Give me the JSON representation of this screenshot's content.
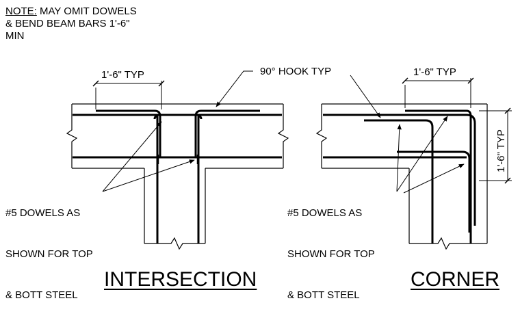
{
  "note": {
    "label": "NOTE:",
    "lines": [
      "MAY OMIT DOWELS",
      "& BEND BEAM BARS 1'-6\"",
      "MIN"
    ]
  },
  "intersection": {
    "dimension": "1'-6\" TYP",
    "hook_label": "90° HOOK TYP",
    "dowel_callout": [
      "#5 DOWELS AS",
      "SHOWN FOR TOP",
      "& BOTT STEEL"
    ],
    "title": "INTERSECTION"
  },
  "corner": {
    "dimension_top": "1'-6\" TYP",
    "dimension_side": "1'-6\" TYP",
    "dowel_callout": [
      "#5 DOWELS AS",
      "SHOWN FOR TOP",
      "& BOTT STEEL"
    ],
    "title": "CORNER"
  }
}
